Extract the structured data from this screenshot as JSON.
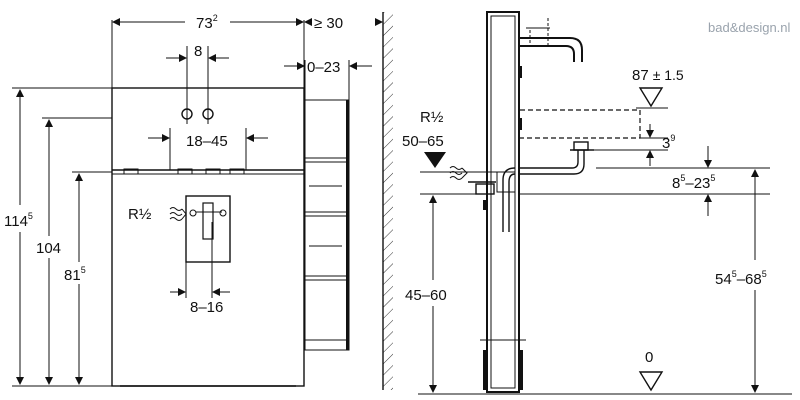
{
  "watermark": "bad&design.nl",
  "front": {
    "width_top": {
      "main": "73",
      "sup": "2"
    },
    "depth_min": "≥ 30",
    "tap_spacing": "8",
    "depth_range": "0–23",
    "connection_spacing": "18–45",
    "water_connection": "R½",
    "connection_offset": "8–16",
    "height_total": {
      "main": "114",
      "sup": "5"
    },
    "height_104": "104",
    "height_81": {
      "main": "81",
      "sup": "5"
    }
  },
  "side": {
    "height_87": {
      "main": "87",
      "tol": "± 1.5"
    },
    "height_3": {
      "main": "3",
      "sup": "9"
    },
    "water_connection": "R½",
    "water_connection_range": "50–65",
    "trap_range": {
      "a": "8",
      "a_sup": "5",
      "b": "23",
      "b_sup": "5"
    },
    "floor_range": "45–60",
    "drain_range": {
      "a": "54",
      "a_sup": "5",
      "b": "68",
      "b_sup": "5"
    },
    "floor_level": "0"
  }
}
